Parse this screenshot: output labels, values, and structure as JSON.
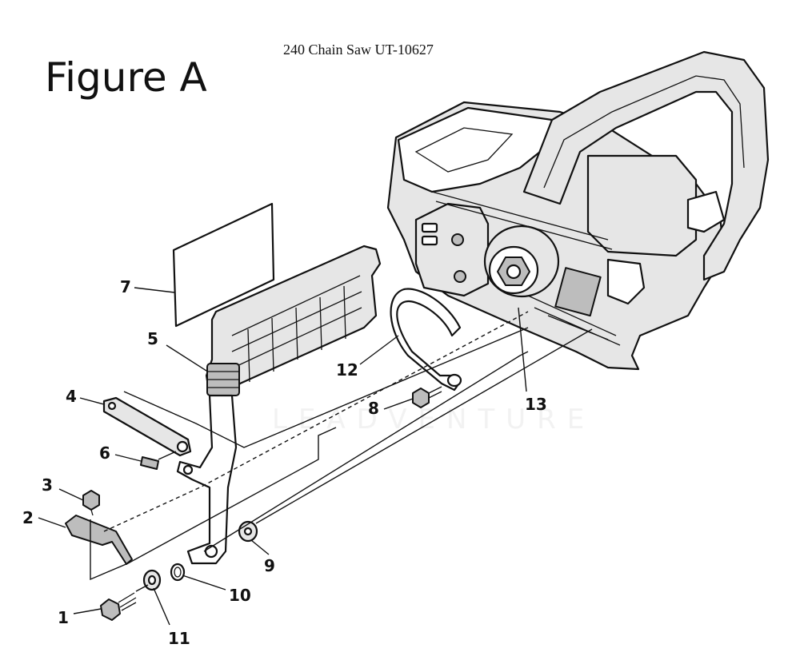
{
  "figure_label": "Figure A",
  "title": "240 Chain Saw UT-10627",
  "watermark": "LEADVENTURE",
  "callouts": [
    {
      "id": "1",
      "label": "1"
    },
    {
      "id": "2",
      "label": "2"
    },
    {
      "id": "3",
      "label": "3"
    },
    {
      "id": "4",
      "label": "4"
    },
    {
      "id": "5",
      "label": "5"
    },
    {
      "id": "6",
      "label": "6"
    },
    {
      "id": "7",
      "label": "7"
    },
    {
      "id": "8",
      "label": "8"
    },
    {
      "id": "9",
      "label": "9"
    },
    {
      "id": "10",
      "label": "10"
    },
    {
      "id": "11",
      "label": "11"
    },
    {
      "id": "12",
      "label": "12"
    },
    {
      "id": "13",
      "label": "13"
    }
  ]
}
